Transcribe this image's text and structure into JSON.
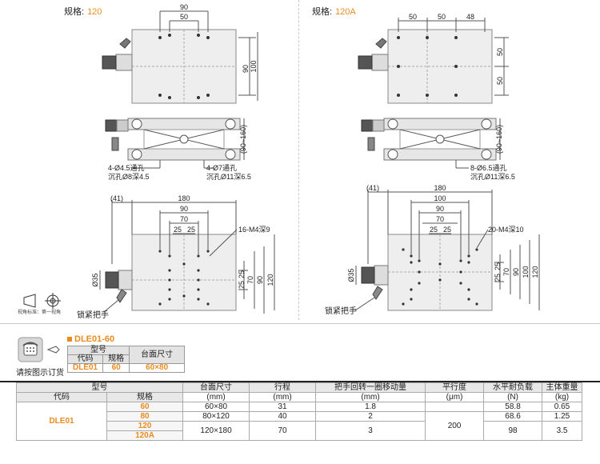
{
  "left": {
    "spec_label": "规格:",
    "spec_value": "120",
    "top_dims": [
      "90",
      "50"
    ],
    "side_dims": [
      "90",
      "100"
    ],
    "height_range": "(90~160)",
    "hole_left": [
      "4-Ø4.5通孔",
      "沉孔Ø8深4.5"
    ],
    "hole_right": [
      "4-Ø7通孔",
      "沉孔Ø11深6.5"
    ],
    "bottom_dims_top": [
      "(41)",
      "180",
      "90",
      "70",
      "25",
      "25"
    ],
    "tap_label": "16-M4深9",
    "bottom_side_dims": [
      "25",
      "25",
      "70",
      "90",
      "120"
    ],
    "diameter": "Ø35",
    "lock_label": "锁紧把手"
  },
  "right": {
    "spec_label": "规格:",
    "spec_value": "120A",
    "top_dims": [
      "50",
      "50",
      "48"
    ],
    "side_dims": [
      "50",
      "50"
    ],
    "height_range": "(90~160)",
    "hole_label": [
      "8-Ø6.5通孔",
      "沉孔Ø11深6.5"
    ],
    "bottom_dims_top": [
      "(41)",
      "180",
      "100",
      "90",
      "70",
      "25",
      "25"
    ],
    "tap_label": "20-M4深10",
    "bottom_side_dims": [
      "25",
      "25",
      "70",
      "90",
      "100",
      "120"
    ],
    "diameter": "Ø35",
    "lock_label": "锁紧把手"
  },
  "projection_note": "视角标准：第一视角",
  "order_section": {
    "model_title": "DLE01-60",
    "phone_caption": "请按图示订货",
    "headers": {
      "model": "型号",
      "code": "代码",
      "spec": "规格",
      "size": "台面尺寸"
    },
    "row": {
      "code": "DLE01",
      "spec": "60",
      "size": "60×80"
    }
  },
  "spec_table": {
    "headers": {
      "model": "型号",
      "code": "代码",
      "spec": "规格",
      "size": "台面尺寸",
      "size_unit": "(mm)",
      "stroke": "行程",
      "stroke_unit": "(mm)",
      "travel": "把手回转一圈移动量",
      "travel_unit": "(mm)",
      "parallel": "平行度",
      "parallel_unit": "(μm)",
      "load": "水平耐负载",
      "load_unit": "(N)",
      "weight": "主体重量",
      "weight_unit": "(kg)"
    },
    "code": "DLE01",
    "parallelism": "200",
    "rows": [
      {
        "spec": "60",
        "size": "60×80",
        "stroke": "31",
        "travel": "1.8",
        "load": "58.8",
        "weight": "0.65"
      },
      {
        "spec": "80",
        "size": "80×120",
        "stroke": "40",
        "travel": "2",
        "load": "68.6",
        "weight": "1.25"
      },
      {
        "spec": "120",
        "size": "120×180",
        "stroke": "70",
        "travel": "3",
        "load": "98",
        "weight": "3.5"
      },
      {
        "spec": "120A"
      }
    ]
  }
}
